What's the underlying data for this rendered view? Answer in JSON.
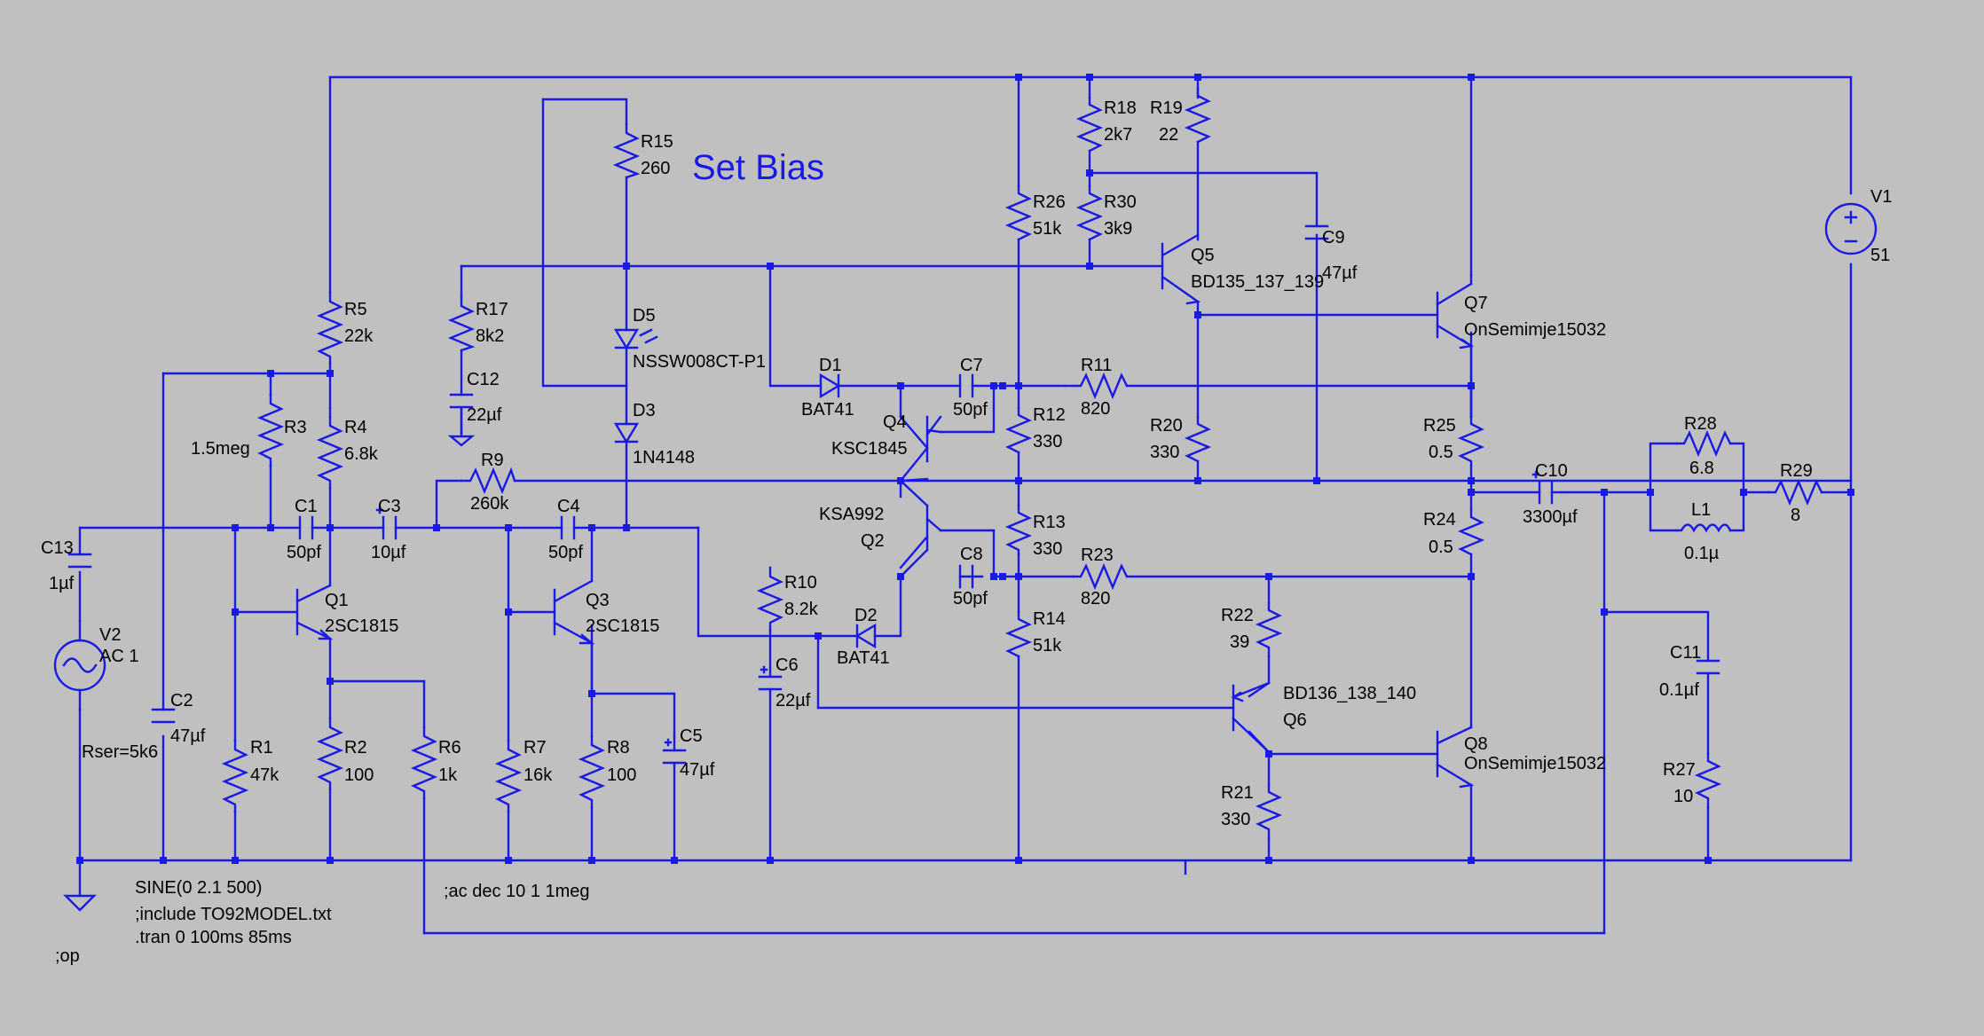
{
  "title": "Set Bias",
  "components": {
    "R1": {
      "ref": "R1",
      "val": "47k"
    },
    "R2": {
      "ref": "R2",
      "val": "100"
    },
    "R3": {
      "ref": "R3",
      "val": "1.5meg"
    },
    "R4": {
      "ref": "R4",
      "val": "6.8k"
    },
    "R5": {
      "ref": "R5",
      "val": "22k"
    },
    "R6": {
      "ref": "R6",
      "val": "1k"
    },
    "R7": {
      "ref": "R7",
      "val": "16k"
    },
    "R8": {
      "ref": "R8",
      "val": "100"
    },
    "R9": {
      "ref": "R9",
      "val": "260k"
    },
    "R10": {
      "ref": "R10",
      "val": "8.2k"
    },
    "R11": {
      "ref": "R11",
      "val": "820"
    },
    "R12": {
      "ref": "R12",
      "val": "330"
    },
    "R13": {
      "ref": "R13",
      "val": "330"
    },
    "R14": {
      "ref": "R14",
      "val": "51k"
    },
    "R15": {
      "ref": "R15",
      "val": "260"
    },
    "R17": {
      "ref": "R17",
      "val": "8k2"
    },
    "R18": {
      "ref": "R18",
      "val": "2k7"
    },
    "R19": {
      "ref": "R19",
      "val": "22"
    },
    "R20": {
      "ref": "R20",
      "val": "330"
    },
    "R21": {
      "ref": "R21",
      "val": "330"
    },
    "R22": {
      "ref": "R22",
      "val": "39"
    },
    "R23": {
      "ref": "R23",
      "val": "820"
    },
    "R24": {
      "ref": "R24",
      "val": "0.5"
    },
    "R25": {
      "ref": "R25",
      "val": "0.5"
    },
    "R26": {
      "ref": "R26",
      "val": "51k"
    },
    "R27": {
      "ref": "R27",
      "val": "10"
    },
    "R28": {
      "ref": "R28",
      "val": "6.8"
    },
    "R29": {
      "ref": "R29",
      "val": "8"
    },
    "R30": {
      "ref": "R30",
      "val": "3k9"
    },
    "C1": {
      "ref": "C1",
      "val": "50pf"
    },
    "C2": {
      "ref": "C2",
      "val": "47µf"
    },
    "C3": {
      "ref": "C3",
      "val": "10µf"
    },
    "C4": {
      "ref": "C4",
      "val": "50pf"
    },
    "C5": {
      "ref": "C5",
      "val": "47µf"
    },
    "C6": {
      "ref": "C6",
      "val": "22µf"
    },
    "C7": {
      "ref": "C7",
      "val": "50pf"
    },
    "C8": {
      "ref": "C8",
      "val": "50pf"
    },
    "C9": {
      "ref": "C9",
      "val": "47µf"
    },
    "C10": {
      "ref": "C10",
      "val": "3300µf"
    },
    "C11": {
      "ref": "C11",
      "val": "0.1µf"
    },
    "C12": {
      "ref": "C12",
      "val": "22µf"
    },
    "C13": {
      "ref": "C13",
      "val": "1µf"
    },
    "L1": {
      "ref": "L1",
      "val": "0.1µ"
    },
    "D1": {
      "ref": "D1",
      "val": "BAT41"
    },
    "D2": {
      "ref": "D2",
      "val": "BAT41"
    },
    "D3": {
      "ref": "D3",
      "val": "1N4148"
    },
    "D5": {
      "ref": "D5",
      "val": "NSSW008CT-P1"
    },
    "Q1": {
      "ref": "Q1",
      "val": "2SC1815"
    },
    "Q2": {
      "ref": "Q2",
      "val": "KSA992"
    },
    "Q3": {
      "ref": "Q3",
      "val": "2SC1815"
    },
    "Q4": {
      "ref": "Q4",
      "val": "KSC1845"
    },
    "Q5": {
      "ref": "Q5",
      "val": "BD135_137_139"
    },
    "Q6": {
      "ref": "Q6",
      "val": "BD136_138_140"
    },
    "Q7": {
      "ref": "Q7",
      "val": "OnSemimje15032"
    },
    "Q8": {
      "ref": "Q8",
      "val": "OnSemimje15032"
    },
    "V1": {
      "ref": "V1",
      "val": "51"
    },
    "V2": {
      "ref": "V2",
      "val": "AC 1",
      "extra": "Rser=5k6"
    }
  },
  "directives": {
    "sine": "SINE(0 2.1 500)",
    "include": ";include TO92MODEL.txt",
    "tran": ".tran 0 100ms 85ms",
    "ac": ";ac dec 10 1 1meg",
    "op": ";op"
  }
}
